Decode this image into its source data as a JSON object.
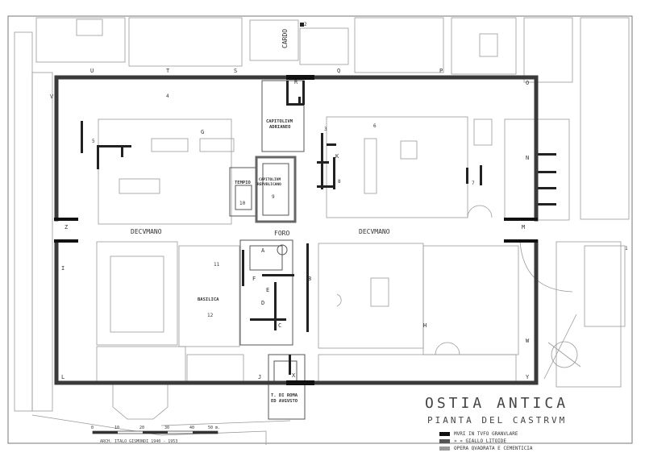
{
  "title": "OSTIA ANTICA",
  "subtitle": "PIANTA DEL CASTRVM",
  "legend": [
    {
      "label": "MVRI IN TVFO GRANVLARE",
      "color": "#111111"
    },
    {
      "label": "» » GIALLO LITOIDE",
      "color": "#555555"
    },
    {
      "label": "OPERA QVADRATA E CEMENTICIA",
      "color": "#9a9a9a"
    }
  ],
  "scale": {
    "ticks": [
      "0",
      "10",
      "20",
      "30",
      "40",
      "50 m."
    ],
    "credit": "ARCH. ITALO GISMONDI  1940 - 1953"
  },
  "streets": {
    "decumano_w": "DECVMANO",
    "decumano_e": "DECVMANO",
    "cardo": "CARDO",
    "foro": "FORO"
  },
  "buildings": {
    "capitolium": [
      "CAPITOLIVM",
      "ADRIANEO"
    ],
    "capitolium_rep": [
      "CAPITOLIVM",
      "REPVBLICANO"
    ],
    "tempio": "TEMPIO",
    "basilica": "BASILICA",
    "roma": [
      "T. DI ROMA",
      "ED AVGVSTO"
    ]
  },
  "perimeter_letters": [
    "U",
    "T",
    "S",
    "R",
    "Q",
    "P",
    "O",
    "V",
    "Z",
    "I",
    "L",
    "J",
    "X",
    "Y",
    "W",
    "N",
    "M",
    "K",
    "G",
    "F",
    "E",
    "D",
    "C",
    "B",
    "A",
    "H"
  ],
  "numbers": [
    "1",
    "2",
    "3",
    "4",
    "5",
    "6",
    "7",
    "8",
    "9",
    "10",
    "11",
    "12"
  ]
}
